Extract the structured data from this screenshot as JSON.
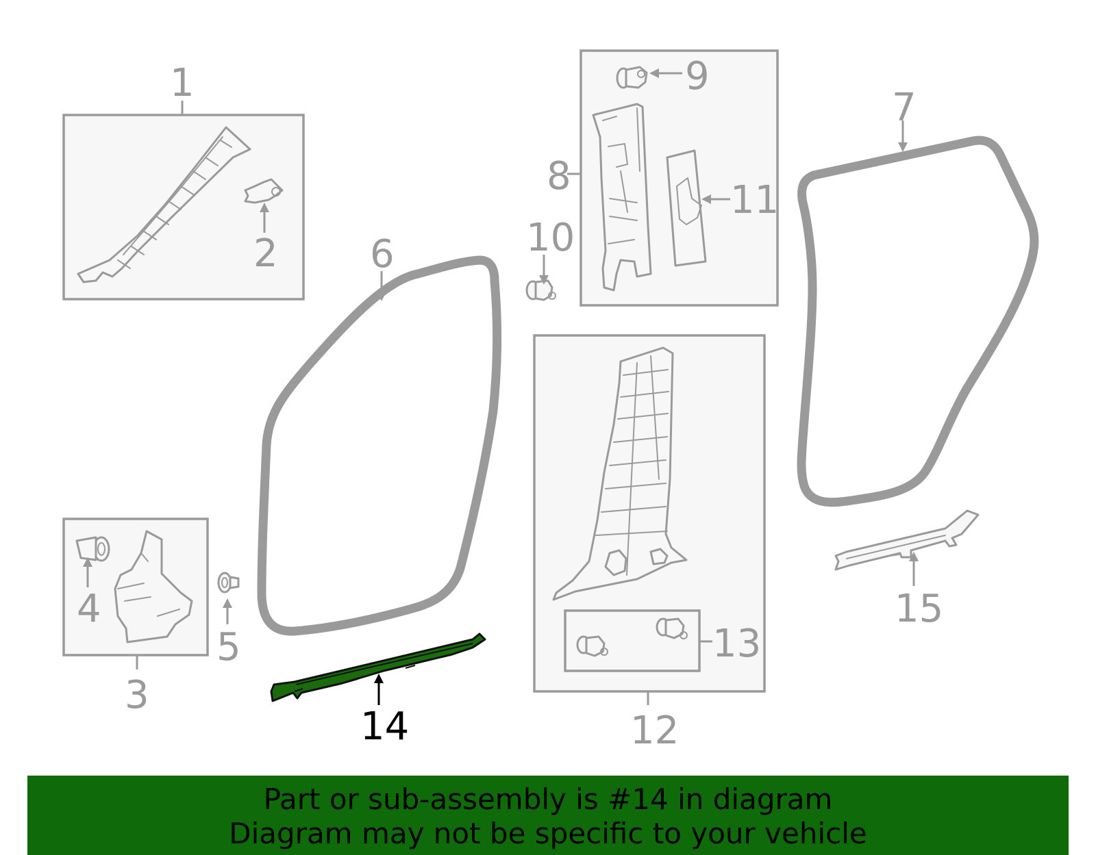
{
  "callouts": {
    "c1": "1",
    "c2": "2",
    "c3": "3",
    "c4": "4",
    "c5": "5",
    "c6": "6",
    "c7": "7",
    "c8": "8",
    "c9": "9",
    "c10": "10",
    "c11": "11",
    "c12": "12",
    "c13": "13",
    "c14": "14",
    "c15": "15"
  },
  "highlighted_part": "14",
  "colors": {
    "highlight": "#1a6b0b",
    "banner": "#0f6b0a",
    "linework": "#9a9a9a"
  },
  "banner": {
    "line1": "Part or sub-assembly is #14 in diagram",
    "line2": "Diagram may not be specific to your vehicle"
  }
}
